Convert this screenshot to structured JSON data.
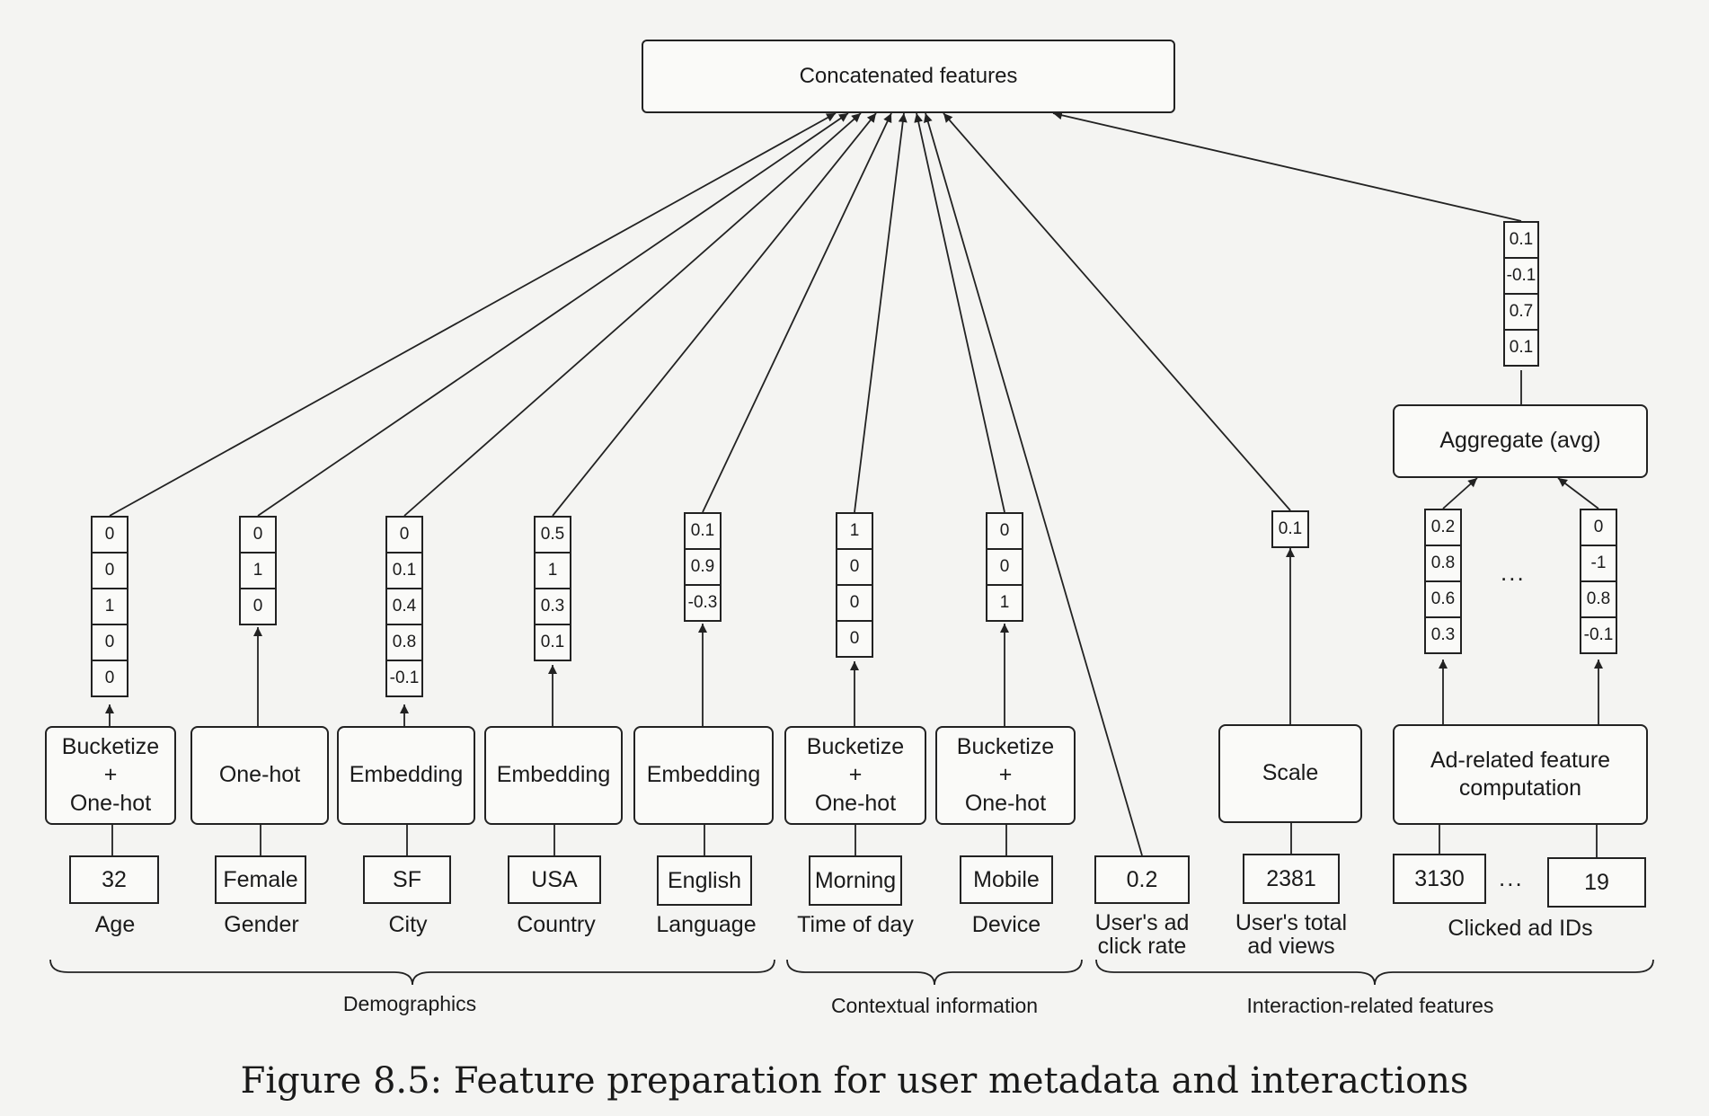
{
  "top_box": "Concatenated features",
  "features": [
    {
      "id": "age",
      "label": "Age",
      "raw": "32",
      "op": "Bucketize\n+\nOne-hot",
      "vector": [
        "0",
        "0",
        "1",
        "0",
        "0"
      ]
    },
    {
      "id": "gender",
      "label": "Gender",
      "raw": "Female",
      "op": "One-hot",
      "vector": [
        "0",
        "1",
        "0"
      ]
    },
    {
      "id": "city",
      "label": "City",
      "raw": "SF",
      "op": "Embedding",
      "vector": [
        "0",
        "0.1",
        "0.4",
        "0.8",
        "-0.1"
      ]
    },
    {
      "id": "country",
      "label": "Country",
      "raw": "USA",
      "op": "Embedding",
      "vector": [
        "0.5",
        "1",
        "0.3",
        "0.1"
      ]
    },
    {
      "id": "language",
      "label": "Language",
      "raw": "English",
      "op": "Embedding",
      "vector": [
        "0.1",
        "0.9",
        "-0.3"
      ]
    },
    {
      "id": "time",
      "label": "Time of day",
      "raw": "Morning",
      "op": "Bucketize\n+\nOne-hot",
      "vector": [
        "1",
        "0",
        "0",
        "0"
      ]
    },
    {
      "id": "device",
      "label": "Device",
      "raw": "Mobile",
      "op": "Bucketize\n+\nOne-hot",
      "vector": [
        "0",
        "0",
        "1"
      ]
    },
    {
      "id": "clickrate",
      "label": "User's ad\nclick rate",
      "raw": "0.2"
    },
    {
      "id": "views",
      "label": "User's total\nad views",
      "raw": "2381",
      "op": "Scale",
      "vector": [
        "0.1"
      ]
    }
  ],
  "clicked_ads": {
    "label": "Clicked ad IDs",
    "raw_first": "3130",
    "raw_last": "19",
    "ellipsis": "...",
    "op": "Ad-related feature\ncomputation",
    "vector_first": [
      "0.2",
      "0.8",
      "0.6",
      "0.3"
    ],
    "vector_last": [
      "0",
      "-1",
      "0.8",
      "-0.1"
    ],
    "aggregate": "Aggregate (avg)",
    "aggregate_vector": [
      "0.1",
      "-0.1",
      "0.7",
      "0.1"
    ]
  },
  "groups": [
    "Demographics",
    "Contextual information",
    "Interaction-related features"
  ],
  "caption": "Figure 8.5: Feature preparation for user metadata and interactions",
  "colors": {
    "line": "#222222",
    "background": "#f4f4f2",
    "box_fill": "#fafaf8"
  }
}
